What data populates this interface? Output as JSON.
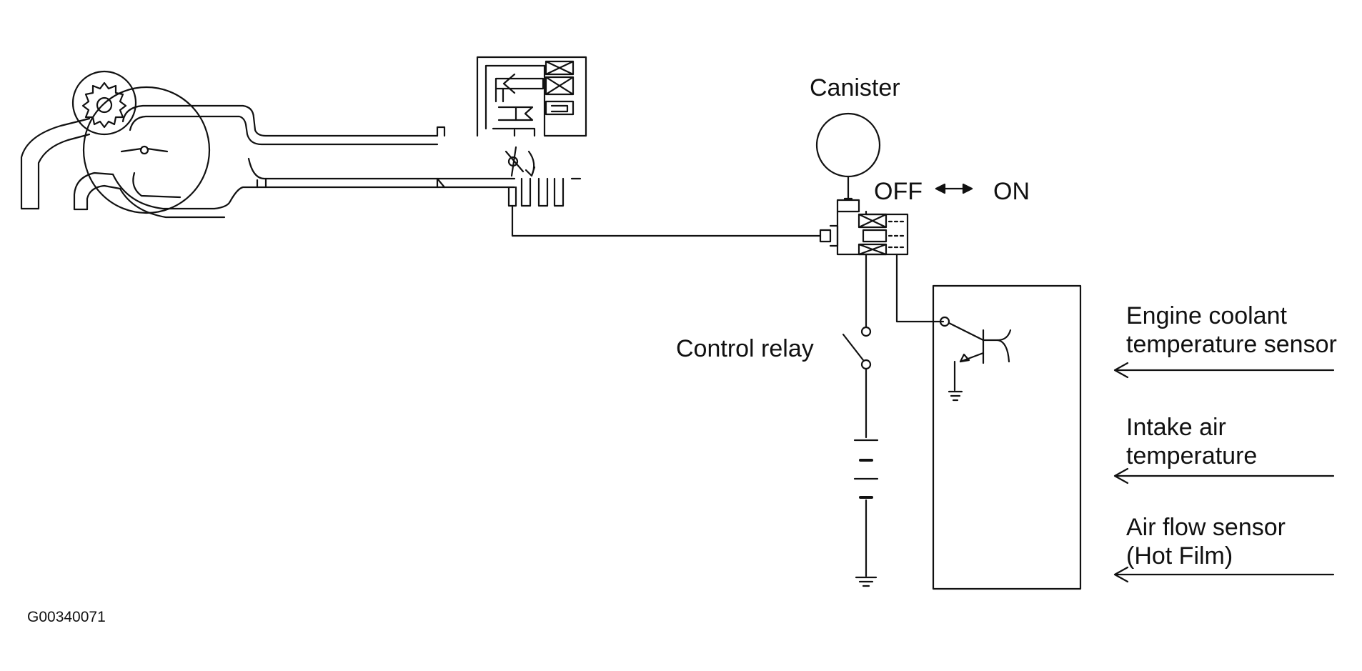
{
  "labels": {
    "canister": "Canister",
    "off": "OFF",
    "on": "ON",
    "control_relay": "Control relay",
    "engine_coolant": [
      "Engine coolant",
      "temperature sensor"
    ],
    "intake_air": [
      "Intake air",
      "temperature"
    ],
    "air_flow": [
      "Air flow sensor",
      "(Hot Film)"
    ]
  },
  "figure_code": "G00340071"
}
